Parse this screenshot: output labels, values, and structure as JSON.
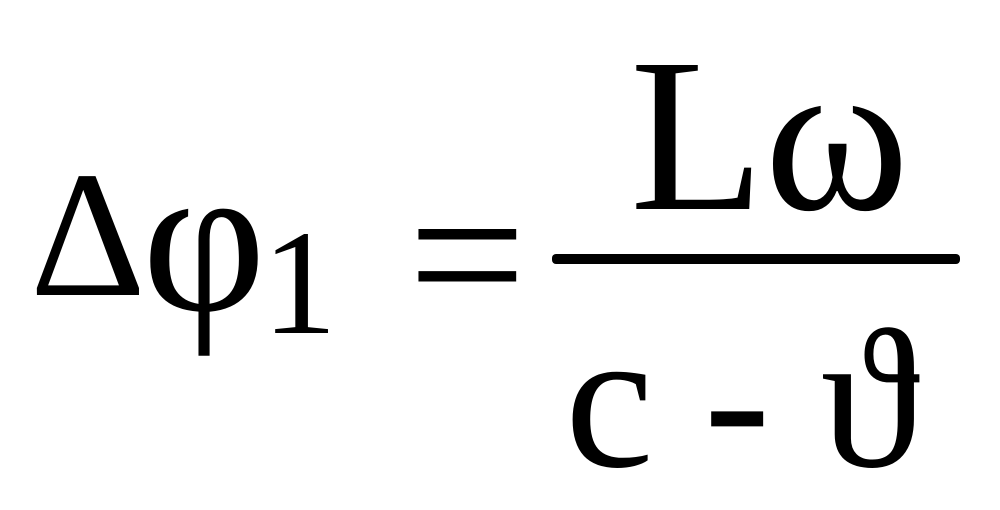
{
  "formula": {
    "lhs_symbol": "Δφ",
    "lhs_subscript": "1",
    "relation": "=",
    "numerator": "Lω",
    "denominator": "c - ϑ"
  }
}
